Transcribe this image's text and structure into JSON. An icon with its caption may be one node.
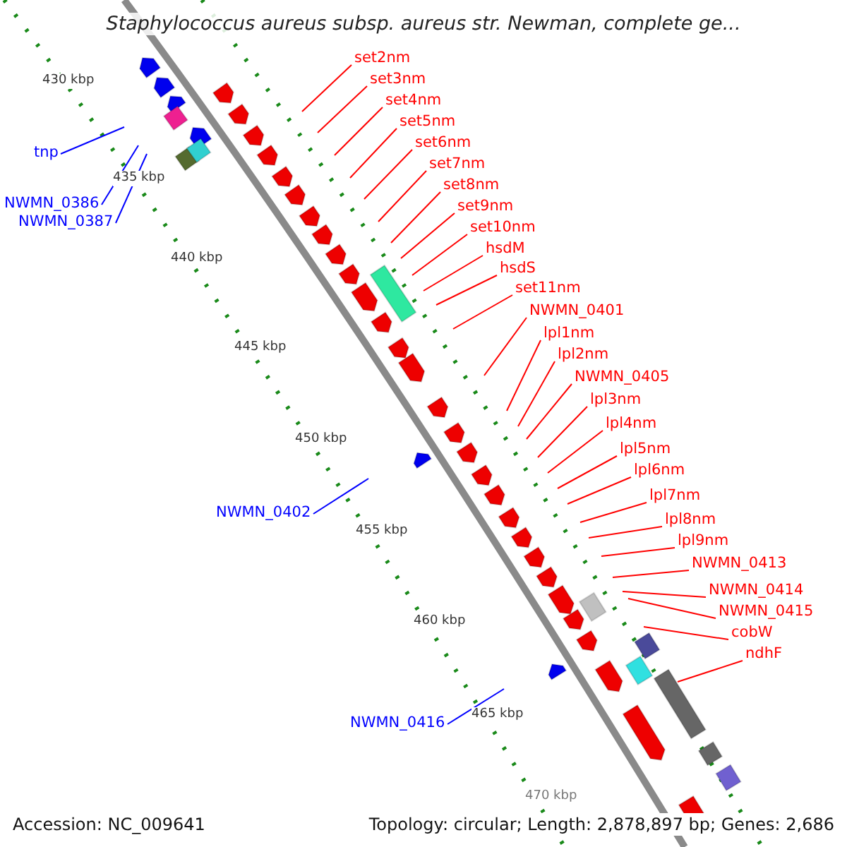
{
  "diagram": {
    "title": "Staphylococcus aureus subsp. aureus str. Newman, complete ge...",
    "nodes": [
      {
        "text": [
          "set2nm"
        ]
      },
      {
        "text": [
          "set3nm"
        ]
      },
      {
        "text": [
          "set4nm"
        ]
      },
      {
        "text": [
          "set5nm"
        ]
      },
      {
        "text": [
          "set6nm"
        ]
      },
      {
        "text": [
          "tnp"
        ]
      },
      {
        "text": [
          "set7nm"
        ]
      },
      {
        "text": [
          "set8nm"
        ]
      },
      {
        "text": [
          "NWMN_0386"
        ]
      },
      {
        "text": [
          "set9nm"
        ]
      },
      {
        "text": [
          "NWMN_0387"
        ]
      },
      {
        "text": [
          "set10nm"
        ]
      },
      {
        "text": [
          "hsdM"
        ]
      },
      {
        "text": [
          "hsdS"
        ]
      },
      {
        "text": [
          "set11nm"
        ]
      },
      {
        "text": [
          "NWMN_0401"
        ]
      },
      {
        "text": [
          "lpl1nm"
        ]
      },
      {
        "text": [
          "lpl2nm"
        ]
      },
      {
        "text": [
          "NWMN_0405"
        ]
      },
      {
        "text": [
          "lpl3nm"
        ]
      },
      {
        "text": [
          "lpl4nm"
        ]
      },
      {
        "text": [
          "lpl5nm"
        ]
      },
      {
        "text": [
          "lpl6nm"
        ]
      },
      {
        "text": [
          "lpl7nm"
        ]
      },
      {
        "text": [
          "NWMN_0402"
        ]
      },
      {
        "text": [
          "lpl8nm"
        ]
      },
      {
        "text": [
          "lpl9nm"
        ]
      },
      {
        "text": [
          "NWMN_0413"
        ]
      },
      {
        "text": [
          "NWMN_0414"
        ]
      },
      {
        "text": [
          "NWMN_0415"
        ]
      },
      {
        "text": [
          "cobW"
        ]
      },
      {
        "text": [
          "ndhF"
        ]
      },
      {
        "text": [
          "NWMN_0416"
        ]
      }
    ],
    "edges": [
      {
        "from": 0,
        "to": null,
        "arrow": "none"
      },
      {
        "from": 1,
        "to": null,
        "arrow": "none"
      },
      {
        "from": 2,
        "to": null,
        "arrow": "none"
      },
      {
        "from": 3,
        "to": null,
        "arrow": "none"
      },
      {
        "from": 4,
        "to": null,
        "arrow": "none"
      },
      {
        "from": 5,
        "to": null,
        "arrow": "none",
        "color": "#0000ff"
      },
      {
        "from": 6,
        "to": null,
        "arrow": "none"
      },
      {
        "from": 7,
        "to": null,
        "arrow": "none"
      },
      {
        "from": 8,
        "to": null,
        "arrow": "none",
        "color": "#0000ff"
      },
      {
        "from": 9,
        "to": null,
        "arrow": "none"
      },
      {
        "from": 10,
        "to": null,
        "arrow": "none",
        "color": "#0000ff"
      },
      {
        "from": 11,
        "to": null,
        "arrow": "none"
      },
      {
        "from": 12,
        "to": null,
        "arrow": "none"
      },
      {
        "from": 13,
        "to": null,
        "arrow": "none"
      },
      {
        "from": 14,
        "to": null,
        "arrow": "none"
      },
      {
        "from": 15,
        "to": null,
        "arrow": "none"
      },
      {
        "from": 16,
        "to": null,
        "arrow": "none"
      },
      {
        "from": 17,
        "to": null,
        "arrow": "none"
      },
      {
        "from": 18,
        "to": null,
        "arrow": "none"
      },
      {
        "from": 19,
        "to": null,
        "arrow": "none"
      },
      {
        "from": 20,
        "to": null,
        "arrow": "none"
      },
      {
        "from": 21,
        "to": null,
        "arrow": "none"
      },
      {
        "from": 22,
        "to": null,
        "arrow": "none"
      },
      {
        "from": 23,
        "to": null,
        "arrow": "none"
      },
      {
        "from": 24,
        "to": null,
        "arrow": "none",
        "color": "#0000ff"
      },
      {
        "from": 25,
        "to": null,
        "arrow": "none"
      },
      {
        "from": 26,
        "to": null,
        "arrow": "none"
      },
      {
        "from": 27,
        "to": null,
        "arrow": "none"
      },
      {
        "from": 28,
        "to": null,
        "arrow": "none"
      },
      {
        "from": 29,
        "to": null,
        "arrow": "none"
      },
      {
        "from": 30,
        "to": null,
        "arrow": "none"
      },
      {
        "from": 31,
        "to": null,
        "arrow": "none"
      },
      {
        "from": 32,
        "to": null,
        "arrow": "none",
        "color": "#0000ff"
      }
    ],
    "labels": [
      "430 kbp",
      "435 kbp",
      "440 kbp",
      "445 kbp",
      "450 kbp",
      "455 kbp",
      "460 kbp",
      "465 kbp",
      "470 kbp",
      "Accession: NC_009641",
      "Topology: circular; Length: 2,878,897 bp; Genes: 2,686"
    ]
  }
}
